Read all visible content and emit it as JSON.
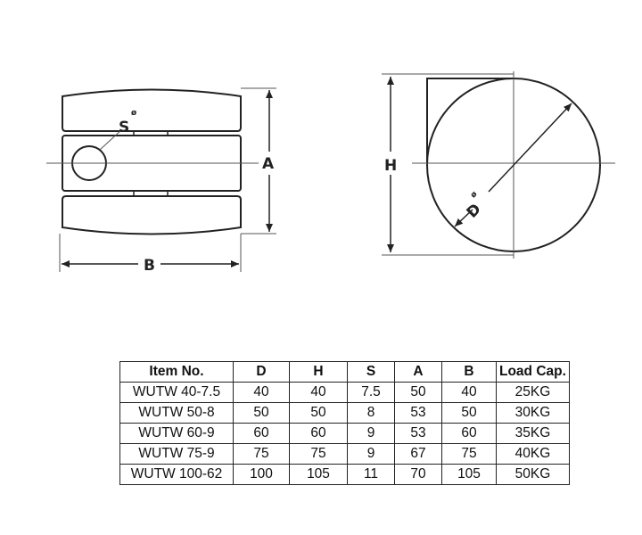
{
  "labels": {
    "s": "S",
    "a": "A",
    "b": "B",
    "h": "H",
    "d": "D",
    "dia": "ø"
  },
  "table": {
    "headers": [
      "Item No.",
      "D",
      "H",
      "S",
      "A",
      "B",
      "Load Cap."
    ],
    "rows": [
      [
        "WUTW 40-7.5",
        "40",
        "40",
        "7.5",
        "50",
        "40",
        "25KG"
      ],
      [
        "WUTW 50-8",
        "50",
        "50",
        "8",
        "53",
        "50",
        "30KG"
      ],
      [
        "WUTW 60-9",
        "60",
        "60",
        "9",
        "53",
        "60",
        "35KG"
      ],
      [
        "WUTW 75-9",
        "75",
        "75",
        "9",
        "67",
        "75",
        "40KG"
      ],
      [
        "WUTW 100-62",
        "100",
        "105",
        "11",
        "70",
        "105",
        "50KG"
      ]
    ]
  }
}
